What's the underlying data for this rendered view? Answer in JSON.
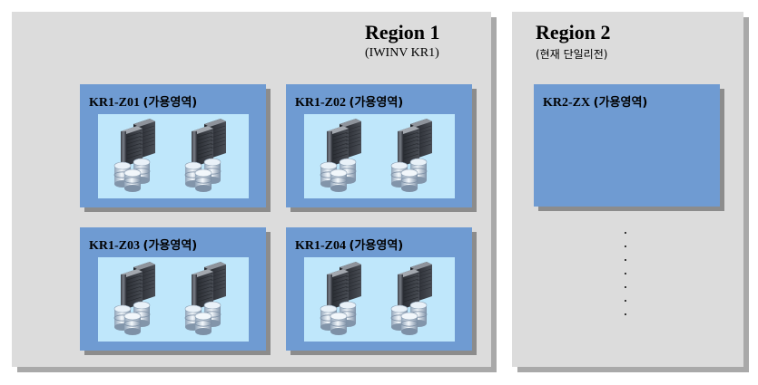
{
  "regions": [
    {
      "title": "Region 1",
      "subtitle": "(IWINV KR1)"
    },
    {
      "title": "Region 2",
      "subtitle": "(현재 단일리전)"
    }
  ],
  "zones": [
    {
      "id": "KR1-Z01",
      "suffix": "(가용영역)"
    },
    {
      "id": "KR1-Z02",
      "suffix": "(가용영역)"
    },
    {
      "id": "KR1-Z03",
      "suffix": "(가용영역)"
    },
    {
      "id": "KR1-Z04",
      "suffix": "(가용영역)"
    },
    {
      "id": "KR2-ZX",
      "suffix": "(가용영역)"
    }
  ],
  "icons": {
    "server": "server-rack-icon",
    "storage": "database-stack-icon"
  },
  "colors": {
    "region_bg": "#dcdcdc",
    "zone_bg": "#6f9bd2",
    "zone_inner_bg": "#bfe7fb",
    "shadow": "#a9a9a9"
  },
  "ellipsis_dots": 7
}
